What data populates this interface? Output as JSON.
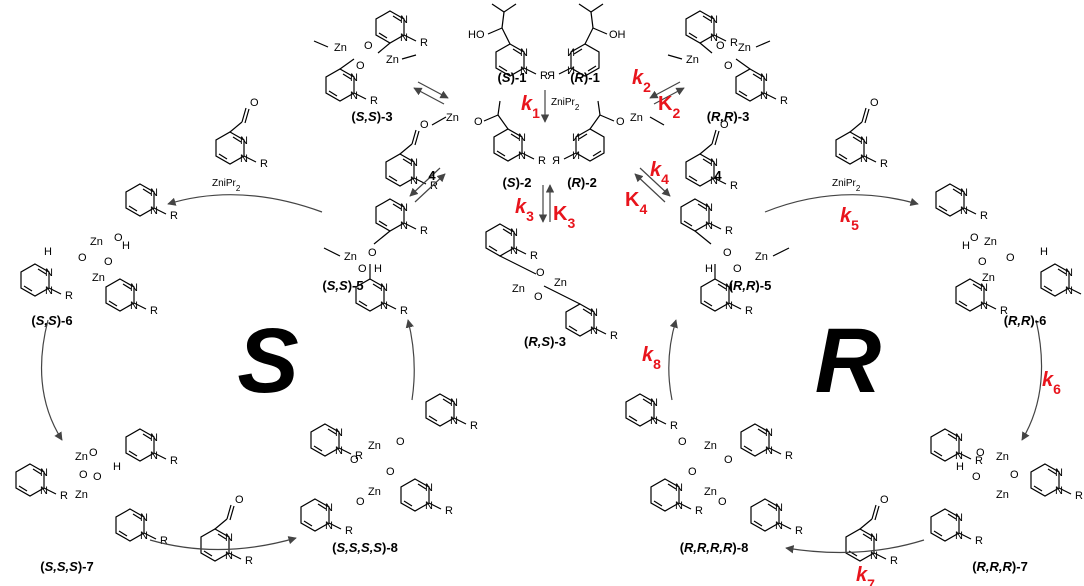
{
  "cycles": {
    "left": "S",
    "right": "R"
  },
  "compounds": {
    "s1": {
      "pre": "(",
      "stereo": "S",
      "post": ")-1"
    },
    "r1": {
      "pre": "(",
      "stereo": "R",
      "post": ")-1"
    },
    "s2": {
      "pre": "(",
      "stereo": "S",
      "post": ")-2"
    },
    "r2": {
      "pre": "(",
      "stereo": "R",
      "post": ")-2"
    },
    "ss3": {
      "pre": "(",
      "stereo": "S,S",
      "post": ")-3"
    },
    "rr3": {
      "pre": "(",
      "stereo": "R,R",
      "post": ")-3"
    },
    "rs3": {
      "pre": "(",
      "stereo": "R,S",
      "post": ")-3"
    },
    "ald4_left": {
      "text": "4"
    },
    "ald4_right": {
      "text": "4"
    },
    "ss5": {
      "pre": "(",
      "stereo": "S,S",
      "post": ")-5"
    },
    "rr5": {
      "pre": "(",
      "stereo": "R,R",
      "post": ")-5"
    },
    "ss6": {
      "pre": "(",
      "stereo": "S,S",
      "post": ")-6"
    },
    "rr6": {
      "pre": "(",
      "stereo": "R,R",
      "post": ")-6"
    },
    "sss7": {
      "pre": "(",
      "stereo": "S,S,S",
      "post": ")-7"
    },
    "rrr7": {
      "pre": "(",
      "stereo": "R,R,R",
      "post": ")-7"
    },
    "ssss8": {
      "pre": "(",
      "stereo": "S,S,S,S",
      "post": ")-8"
    },
    "rrrr8": {
      "pre": "(",
      "stereo": "R,R,R,R",
      "post": ")-8"
    }
  },
  "rates": {
    "k1": {
      "base": "k",
      "sub": "1"
    },
    "k2": {
      "base": "k",
      "sub": "2"
    },
    "K2": {
      "base": "K",
      "sub": "2"
    },
    "k3": {
      "base": "k",
      "sub": "3"
    },
    "K3": {
      "base": "K",
      "sub": "3"
    },
    "k4": {
      "base": "k",
      "sub": "4"
    },
    "K4": {
      "base": "K",
      "sub": "4"
    },
    "k5": {
      "base": "k",
      "sub": "5"
    },
    "k6": {
      "base": "k",
      "sub": "6"
    },
    "k7": {
      "base": "k",
      "sub": "7"
    },
    "k8": {
      "base": "k",
      "sub": "8"
    }
  },
  "reagents": {
    "top": {
      "base": "ZniPr",
      "sub": "2"
    },
    "left": {
      "base": "ZniPr",
      "sub": "2"
    },
    "right": {
      "base": "ZniPr",
      "sub": "2"
    }
  },
  "atoms": {
    "zn": "Zn",
    "o": "O",
    "n": "N",
    "r": "R",
    "h": "H",
    "oh": "OH",
    "ho": "HO"
  },
  "colors": {
    "rate_constants": "#e8141c",
    "structures": "#000000",
    "arrows": "#444444"
  }
}
